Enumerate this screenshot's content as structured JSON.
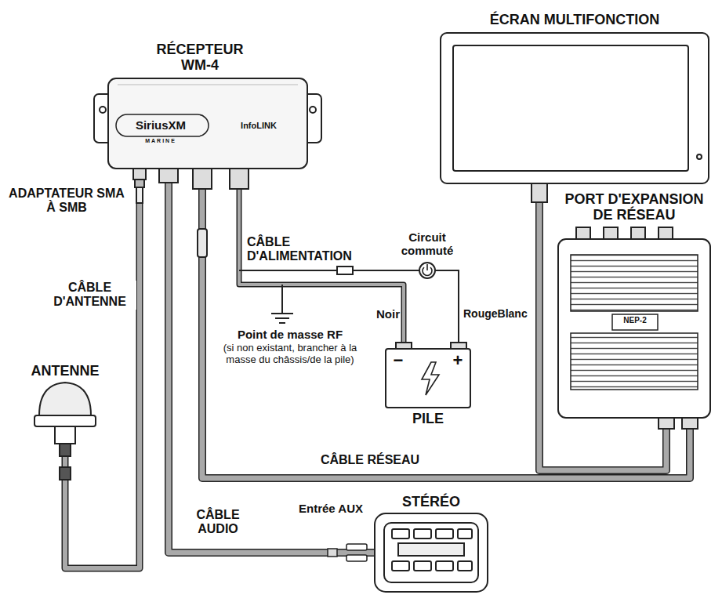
{
  "diagram": {
    "nodes": [
      {
        "text": [
          "RÉCEPTEUR WM-4",
          "SiriusXM",
          "MARINE",
          "InfoLINK"
        ]
      },
      {
        "text": [
          "ÉCRAN MULTIFONCTION"
        ]
      },
      {
        "text": [
          "PORT D'EXPANSION DE RÉSEAU",
          "NEP-2"
        ]
      },
      {
        "text": [
          "PILE",
          "−",
          "+"
        ]
      },
      {
        "text": [
          "ANTENNE"
        ]
      },
      {
        "text": [
          "STÉRÉO"
        ]
      }
    ],
    "edges": [
      {
        "from": 4,
        "to": 0,
        "label": "CÂBLE D'ANTENNE",
        "arrow": "none"
      },
      {
        "from": 0,
        "to": 5,
        "label": "CÂBLE AUDIO",
        "arrow": "none"
      },
      {
        "from": 0,
        "to": 2,
        "label": "CÂBLE RÉSEAU",
        "arrow": "none"
      },
      {
        "from": 1,
        "to": 2,
        "arrow": "none"
      },
      {
        "from": 0,
        "to": 3,
        "label": "CÂBLE D'ALIMENTATION",
        "arrow": "none"
      }
    ],
    "labels": [
      "ADAPTATEUR SMA À SMB",
      "Circuit commuté",
      "Noir",
      "RougeBlanc",
      "Point de masse RF",
      "(si non existant, brancher à la masse du châssis/de la pile)",
      "Entrée AUX"
    ]
  }
}
